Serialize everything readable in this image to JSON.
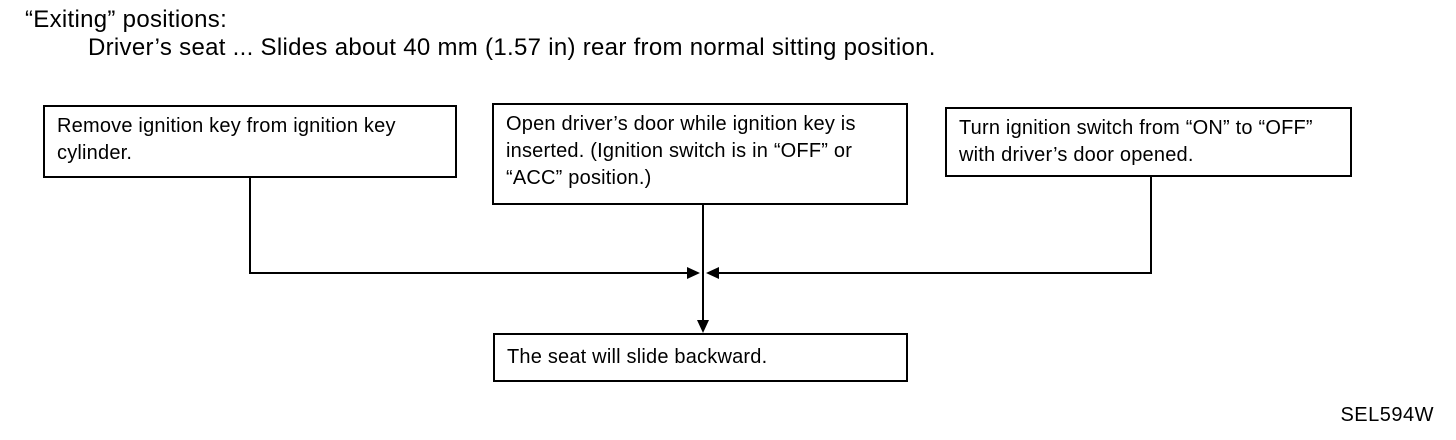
{
  "heading": {
    "line1": "“Exiting” positions:",
    "line2": "Driver’s seat ... Slides about 40 mm (1.57 in) rear from normal sitting position."
  },
  "flowchart": {
    "steps": [
      {
        "id": "remove-key",
        "text": "Remove ignition key from ignition key cylinder."
      },
      {
        "id": "open-door",
        "text": "Open driver’s door while ignition key is inserted. (Ignition switch is in “OFF” or “ACC” position.)"
      },
      {
        "id": "turn-switch",
        "text": "Turn ignition switch from “ON” to “OFF” with driver’s door opened."
      }
    ],
    "result": "The seat will slide backward.",
    "line_color": "#000000"
  },
  "figure_code": "SEL594W",
  "colors": {
    "background": "#ffffff",
    "text": "#000000",
    "border": "#000000"
  }
}
